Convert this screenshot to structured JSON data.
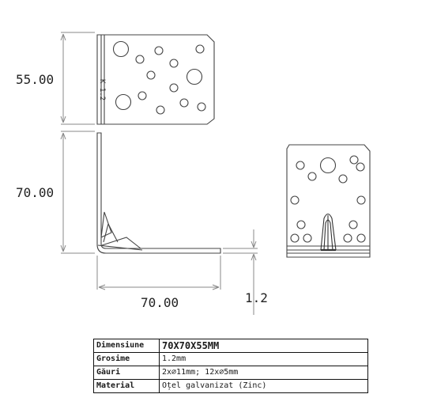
{
  "dimensions": {
    "height_top_view": "55.00",
    "height_side_view": "70.00",
    "width_side_view": "70.00",
    "thickness": "1.2"
  },
  "specs": [
    {
      "label": "Dimensiune",
      "value": "70X70X55MM"
    },
    {
      "label": "Grosime",
      "value": "1.2mm"
    },
    {
      "label": "Găuri",
      "value": "2x∅11mm; 12x∅5mm"
    },
    {
      "label": "Material",
      "value": "Oțel galvanizat (Zinc)"
    }
  ]
}
